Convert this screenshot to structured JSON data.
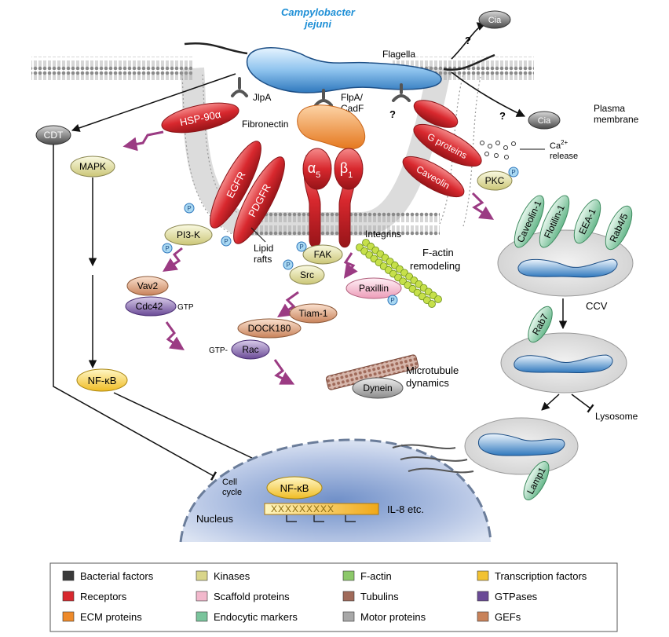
{
  "bacterium": {
    "title_line1": "Campylobacter",
    "title_line2": "jejuni",
    "flagella": "Flagella"
  },
  "cia": {
    "top": "Cia",
    "right": "Cia",
    "question": "?"
  },
  "membrane": {
    "plasma_line1": "Plasma",
    "plasma_line2": "membrane"
  },
  "adhesins": {
    "jlpa": "JlpA",
    "flpa_line1": "FlpA/",
    "flpa_line2": "CadF",
    "fibronectin": "Fibronectin"
  },
  "receptors": {
    "hsp90": "HSP-90α",
    "egfr": "EGFR",
    "pdgfr": "PDGFR",
    "alpha": "α",
    "alpha_sub": "5",
    "beta": "β",
    "beta_sub": "1",
    "g_proteins": "G proteins",
    "caveolin": "Caveolin",
    "integrins": "Integrins",
    "lipid_line1": "Lipid",
    "lipid_line2": "rafts"
  },
  "calcium": {
    "ca": "Ca",
    "ca_sup": "2+",
    "release": "release"
  },
  "signaling": {
    "cdt": "CDT",
    "mapk": "MAPK",
    "nfkb": "NF-κB",
    "pi3k": "PI3-K",
    "vav2": "Vav2",
    "cdc42": "Cdc42",
    "gtp": "GTP",
    "gtp_prefix": "GTP",
    "fak": "FAK",
    "src": "Src",
    "paxillin": "Paxillin",
    "tiam": "Tiam-1",
    "dock": "DOCK180",
    "rac": "Rac",
    "pkc": "PKC",
    "p": "P",
    "factin_line1": "F-actin",
    "factin_line2": "remodeling",
    "micro_line1": "Microtubule",
    "micro_line2": "dynamics",
    "dynein": "Dynein"
  },
  "vesicles": {
    "caveolin1": "Caveolin-1",
    "flotillin1": "Flotilin-1",
    "eea1": "EEA-1",
    "rab45": "Rab4/5",
    "ccv": "CCV",
    "rab7": "Rab7",
    "lysosome": "Lysosome",
    "lamp1": "Lamp1"
  },
  "nucleus": {
    "label": "Nucleus",
    "nfkb": "NF-κB",
    "il8": "IL-8 etc.",
    "cell_line1": "Cell",
    "cell_line2": "cycle",
    "dna": "XXXXXXXXX"
  },
  "legend": [
    {
      "label": "Bacterial factors",
      "color": "#3a3a3a"
    },
    {
      "label": "Kinases",
      "color": "#d9d58a"
    },
    {
      "label": "F-actin",
      "color": "#8cc86a"
    },
    {
      "label": "Transcription factors",
      "color": "#f2c232"
    },
    {
      "label": "Receptors",
      "color": "#d8282e"
    },
    {
      "label": "Scaffold proteins",
      "color": "#f2b8cc"
    },
    {
      "label": "Tubulins",
      "color": "#a06a5a"
    },
    {
      "label": "GTPases",
      "color": "#6a4a96"
    },
    {
      "label": "ECM proteins",
      "color": "#ee8a2a"
    },
    {
      "label": "Endocytic markers",
      "color": "#7ac49c"
    },
    {
      "label": "Motor proteins",
      "color": "#a8a8a8"
    },
    {
      "label": "GEFs",
      "color": "#c8825a"
    }
  ]
}
